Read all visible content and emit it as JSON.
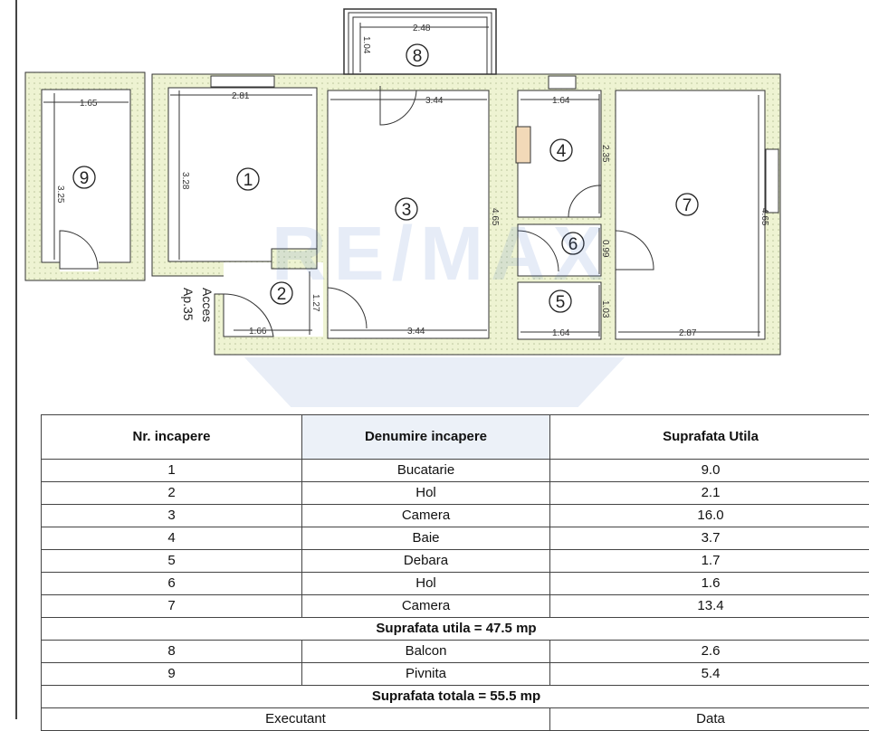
{
  "plan": {
    "rooms": [
      "1",
      "2",
      "3",
      "4",
      "5",
      "6",
      "7",
      "8",
      "9"
    ],
    "dimensions": {
      "r9_width": "1.65",
      "r9_height": "3.25",
      "r1_width": "2.81",
      "r1_height": "3.28",
      "r2_width": "1.66",
      "r2_height": "1.27",
      "r3_top": "3.44",
      "r3_bottom": "3.44",
      "r3_height": "4.65",
      "r8_width": "2.48",
      "r8_height": "1.04",
      "r4_width": "1.64",
      "r4_height": "2.35",
      "r6_height": "0.99",
      "r5_width": "1.64",
      "r5_height": "1.03",
      "r7_width": "2.87",
      "r7_height": "4.65"
    },
    "access_label_1": "Acces",
    "access_label_2": "Ap.35",
    "watermark": "RE/MAX",
    "colors": {
      "wall_fill": "#eef3d2",
      "wall_line": "#333333",
      "watermark_red": "#e8a0a0",
      "watermark_blue": "#8fa8d8"
    }
  },
  "table": {
    "headers": [
      "Nr. incapere",
      "Denumire incapere",
      "Suprafata Utila"
    ],
    "rows": [
      [
        "1",
        "Bucatarie",
        "9.0"
      ],
      [
        "2",
        "Hol",
        "2.1"
      ],
      [
        "3",
        "Camera",
        "16.0"
      ],
      [
        "4",
        "Baie",
        "3.7"
      ],
      [
        "5",
        "Debara",
        "1.7"
      ],
      [
        "6",
        "Hol",
        "1.6"
      ],
      [
        "7",
        "Camera",
        "13.4"
      ]
    ],
    "subtotal": "Suprafata utila = 47.5 mp",
    "extra_rows": [
      [
        "8",
        "Balcon",
        "2.6"
      ],
      [
        "9",
        "Pivnita",
        "5.4"
      ]
    ],
    "total": "Suprafata totala = 55.5 mp",
    "footer": [
      "Executant",
      "Data"
    ]
  }
}
